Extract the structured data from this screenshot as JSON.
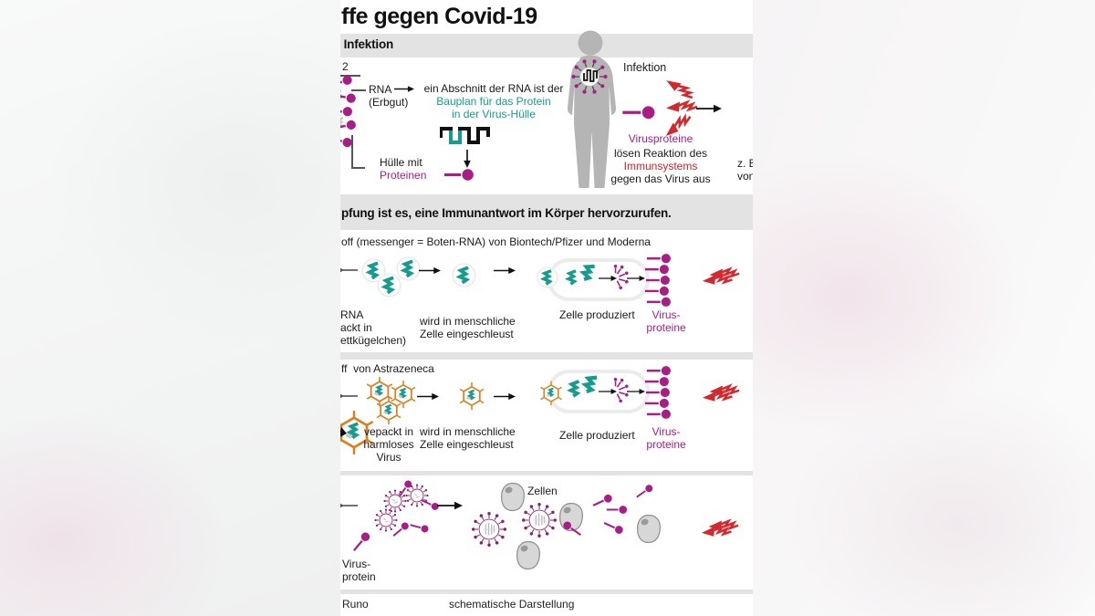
{
  "colors": {
    "teal": "#169c8d",
    "magenta": "#a81e85",
    "magenta_dark": "#8d2066",
    "red_text": "#c9252b",
    "red_bolt": "#d2282e",
    "orange": "#dd7f1f",
    "grey_bar": "#e3e3e3",
    "silhouette_grey": "#b5b5b5"
  },
  "title": "ffe gegen Covid-19",
  "bar_infektion": "r Infektion",
  "infection": {
    "sars_fragment": "2",
    "rna": "RNA",
    "erbgut": "(Erbgut)",
    "abschnitt_1": "ein Abschnitt der RNA ist der",
    "abschnitt_2": "Bauplan für das Protein",
    "abschnitt_3": "in der Virus-Hülle",
    "huelle_1": "Hülle mit",
    "huelle_2": "Proteinen",
    "infektion": "Infektion",
    "virusproteine": "Virusproteine",
    "reaktion_1": "lösen Reaktion des",
    "reaktion_2": "Immunsystems",
    "reaktion_3": "gegen das Virus aus",
    "cropped_1": "z. B",
    "cropped_2": "von"
  },
  "bar_ziel": "pfung ist es, eine Immunantwort im Körper hervorzurufen.",
  "mrna": {
    "header": "off (messenger = Boten-RNA) von Biontech/Pfizer und Moderna",
    "packed_1": "RNA",
    "packed_2": "ackt in",
    "packed_3": "ettkügelchen)",
    "schleust_1": "wird in menschliche",
    "schleust_2": "Zelle eingeschleust",
    "produziert": "Zelle produziert",
    "virusproteine_1": "Virus-",
    "virusproteine_2": "proteine"
  },
  "vector": {
    "header": "ff  von Astrazeneca",
    "packed_1": "vepackt in",
    "packed_2": "harmloses",
    "packed_3": "Virus",
    "schleust_1": "wird in menschliche",
    "schleust_2": "Zelle eingeschleust",
    "produziert": "Zelle produziert",
    "virusproteine_1": "Virus-",
    "virusproteine_2": "proteine"
  },
  "immune": {
    "zellen": "Zellen",
    "virusprotein_1": "Virus-",
    "virusprotein_2": "protein"
  },
  "footer": {
    "credit": "Runo",
    "note": "schematische Darstellung"
  }
}
